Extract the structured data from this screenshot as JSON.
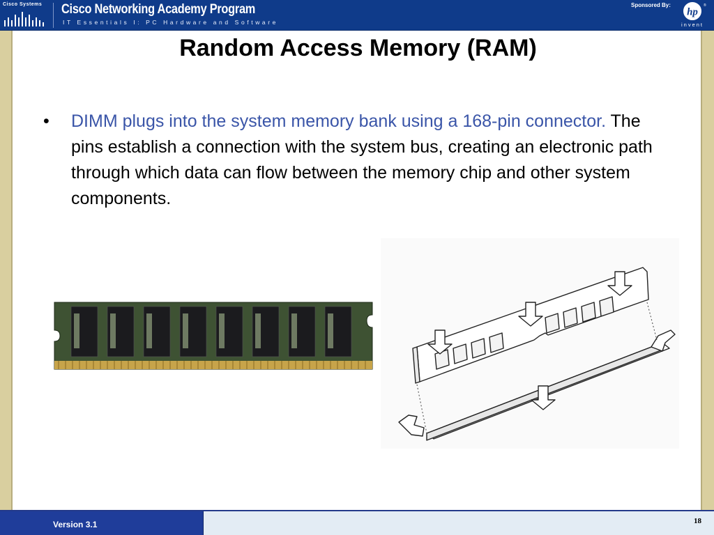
{
  "header": {
    "logo_text": "Cisco Systems",
    "program_title": "Cisco Networking Academy Program",
    "program_subtitle": "IT Essentials I: PC Hardware and Software",
    "sponsor_label": "Sponsored By:",
    "hp_logo_text": "hp",
    "hp_tagline": "invent",
    "colors": {
      "banner": "#0f3b8a",
      "accent": "#3a55a8"
    }
  },
  "slide": {
    "title": "Random Access Memory (RAM)",
    "bullet": {
      "marker": "•",
      "highlight_text": "DIMM plugs into the system memory bank using a 168-pin connector.",
      "body_text": " The pins establish a connection with the system bus, creating an electronic path through which data can flow between the memory chip and other system components."
    },
    "images": [
      {
        "icon": "dimm-module-photo-icon"
      },
      {
        "icon": "dimm-installation-diagram-icon"
      }
    ]
  },
  "footer": {
    "version": "Version 3.1",
    "page_number": "18"
  }
}
